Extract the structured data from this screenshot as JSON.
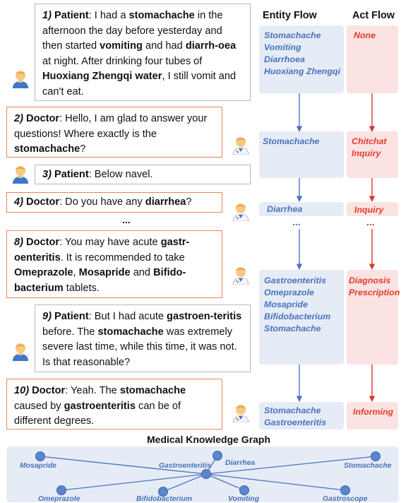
{
  "headers": {
    "entity": "Entity Flow",
    "act": "Act Flow"
  },
  "turns": [
    {
      "num": "1)",
      "role": "Patient",
      "parts": [
        ": I had a ",
        "stomachache",
        " in the afternoon the day before yesterday and then started ",
        "vomiting",
        " and had ",
        "diarrh-oea",
        " at night. After drinking four tubes of ",
        "Huoxiang Zhengqi water",
        ", I still vomit and can't eat."
      ]
    },
    {
      "num": "2)",
      "role": "Doctor",
      "parts": [
        ": Hello, I am glad to answer your questions! Where exactly is the ",
        "stomachache",
        "?"
      ]
    },
    {
      "num": "3)",
      "role": "Patient",
      "parts": [
        ": Below navel."
      ]
    },
    {
      "num": "4)",
      "role": "Doctor",
      "parts": [
        ": Do you have any ",
        "diarrhea",
        "?"
      ]
    },
    {
      "num": "8)",
      "role": "Doctor",
      "parts": [
        ": You may have acute ",
        "gastr-oenteritis",
        ". It is recommended to take ",
        "Omeprazole",
        ", ",
        "Mosapride",
        " and ",
        "Bifido-bacterium",
        " tablets."
      ]
    },
    {
      "num": "9)",
      "role": "Patient",
      "parts": [
        ": But I had acute ",
        "gastroen-teritis",
        " before. The ",
        "stomachache",
        " was extremely severe last time, while this time, it was not. Is that reasonable?"
      ]
    },
    {
      "num": "10)",
      "role": "Doctor",
      "parts": [
        ": Yeah. The ",
        "stomachache",
        " caused by ",
        "gastroenteritis",
        " can be of different degrees."
      ]
    }
  ],
  "ellipsis": "...",
  "entity_flow": [
    [
      "Stomachache",
      "Vomiting",
      "Diarrhoea",
      "Huoxiang Zhengqi"
    ],
    [
      "Stomachache"
    ],
    [
      "Diarrhea"
    ],
    [
      "Gastroenteritis",
      "Omeprazole",
      "Mosapride",
      "Bifidobacterium",
      "Stomachache"
    ],
    [
      "Stomachache",
      "Gastroenteritis"
    ]
  ],
  "act_flow": [
    [
      "None"
    ],
    [
      "Chitchat",
      "Inquiry"
    ],
    [
      "Inquiry"
    ],
    [
      "Diagnosis",
      "Prescription"
    ],
    [
      "Informing"
    ]
  ],
  "kg": {
    "title": "Medical Knowledge Graph",
    "nodes": [
      "Mosapride",
      "Gastroenteritis",
      "Diarrhea",
      "Stomachache",
      "Omeprazole",
      "Bifidobacterium",
      "Vomiting",
      "Gastroscope"
    ]
  },
  "colors": {
    "patient_border": "#b9b9b9",
    "doctor_border": "#e5855b",
    "entity_text": "#4a72bd",
    "act_text": "#e13a2c",
    "entity_bg": "#e6ecf6",
    "act_bg": "#fbe3e3"
  }
}
